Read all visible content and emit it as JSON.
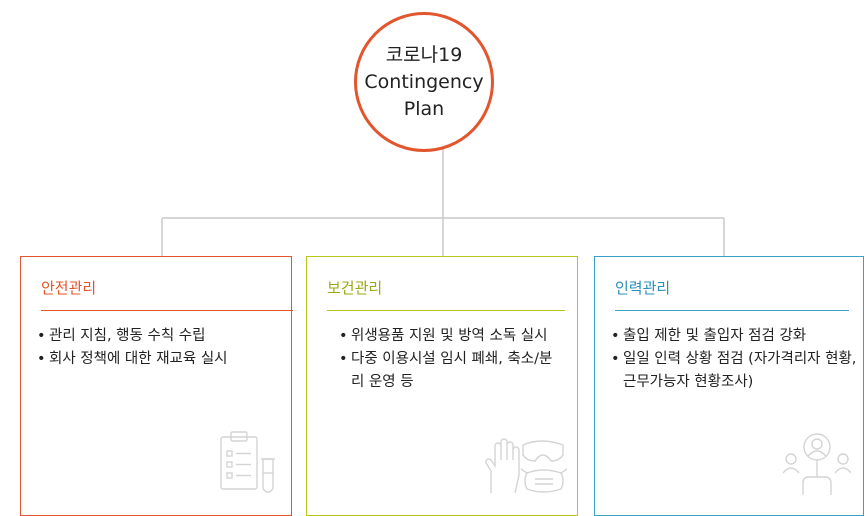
{
  "hub": {
    "lines": [
      "코로나19",
      "Contingency",
      "Plan"
    ]
  },
  "colors": {
    "hub_border": "#e2552d",
    "safety": "#e2552d",
    "health": "#b7c41c",
    "personnel": "#3aa0c8",
    "connector": "#c8c8c8",
    "deco_icon": "#d4d4d4"
  },
  "boxes": [
    {
      "title": "안전관리",
      "items": [
        "관리 지침, 행동 수칙 수립",
        "회사 정책에 대한 재교육 실시"
      ],
      "icon": "clipboard-test-tube-icon"
    },
    {
      "title": "보건관리",
      "items": [
        "위생용품 지원 및 방역 소독 실시",
        "다중 이용시설 임시 폐쇄, 축소/분리 운영 등"
      ],
      "icon": "glove-goggles-mask-icon"
    },
    {
      "title": "인력관리",
      "items": [
        "출입 제한 및 출입자 점검 강화",
        "일일 인력 상황 점검 (자가격리자 현황, 근무가능자 현황조사)"
      ],
      "icon": "people-search-icon"
    }
  ]
}
